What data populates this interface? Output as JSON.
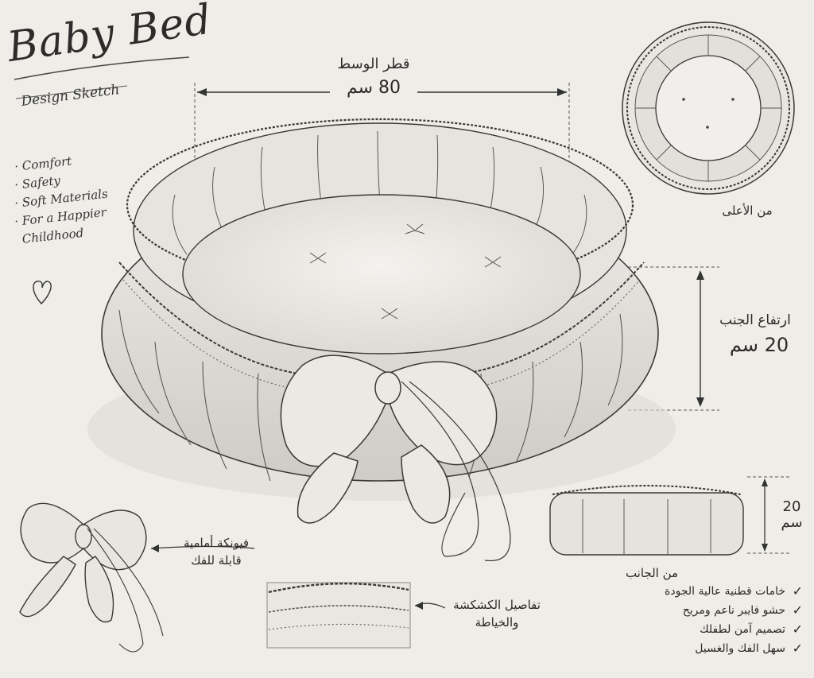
{
  "header": {
    "title": "Baby Bed",
    "subtitle": "Design Sketch"
  },
  "features": [
    "Comfort",
    "Safety",
    "Soft Materials",
    "For a Happier",
    "Childhood"
  ],
  "dimensions": {
    "diameter_label": "قطر الوسط",
    "diameter_value": "80 سم",
    "height_label": "ارتفاع الجنب",
    "height_value": "20 سم",
    "side_height_value": "20",
    "side_height_unit": "سم"
  },
  "views": {
    "top_view": "من الأعلى",
    "side_view": "من الجانب"
  },
  "callouts": {
    "bow_line1": "فيونكة أمامية",
    "bow_line2": "قابلة للفك",
    "ruffle_line1": "تفاصيل الكشكشة",
    "ruffle_line2": "والخياطة"
  },
  "checklist": [
    "خامات قطنية عالية الجودة",
    "حشو فايبر ناعم ومريح",
    "تصميم آمن لطفلك",
    "سهل الفك والغسيل"
  ],
  "icons": [
    "heart-icon",
    "check-icon"
  ]
}
